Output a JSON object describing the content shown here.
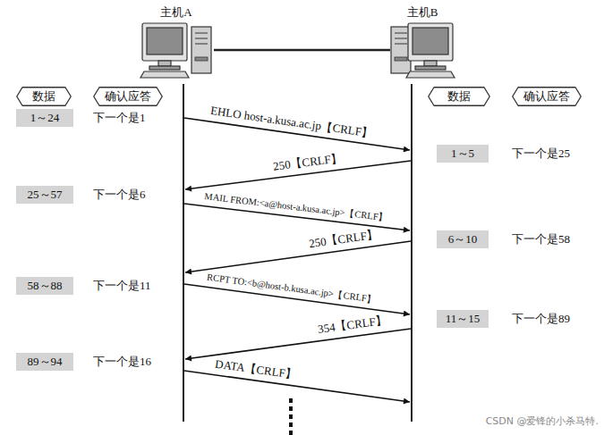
{
  "diagram": {
    "nodes": [
      {
        "text": [
          "主机A"
        ]
      },
      {
        "text": [
          "主机B"
        ]
      },
      {
        "text": [
          "数据"
        ]
      },
      {
        "text": [
          "确认应答"
        ]
      },
      {
        "text": [
          "数据"
        ]
      },
      {
        "text": [
          "确认应答"
        ]
      },
      {
        "text": [
          "1～24"
        ]
      },
      {
        "text": [
          "1～5"
        ]
      },
      {
        "text": [
          "25～57"
        ]
      },
      {
        "text": [
          "6～10"
        ]
      },
      {
        "text": [
          "58～88"
        ]
      },
      {
        "text": [
          "11～15"
        ]
      },
      {
        "text": [
          "89～94"
        ]
      }
    ],
    "edges": [
      {
        "from": 0,
        "to": 1,
        "arrow": "none"
      }
    ],
    "labels": [
      "EHLO host-a.kusa.ac.jp【CRLF】",
      "250【CRLF】",
      "MAIL FROM:<a@host-a.kusa.ac.jp>【CRLF】",
      "250【CRLF】",
      "RCPT TO:<b@host-b.kusa.ac.jp>【CRLF】",
      "354【CRLF】",
      "DATA【CRLF】",
      "下一个是1",
      "下一个是25",
      "下一个是6",
      "下一个是58",
      "下一个是11",
      "下一个是89",
      "下一个是16",
      "CSDN @爱锋的小杀马特."
    ]
  }
}
